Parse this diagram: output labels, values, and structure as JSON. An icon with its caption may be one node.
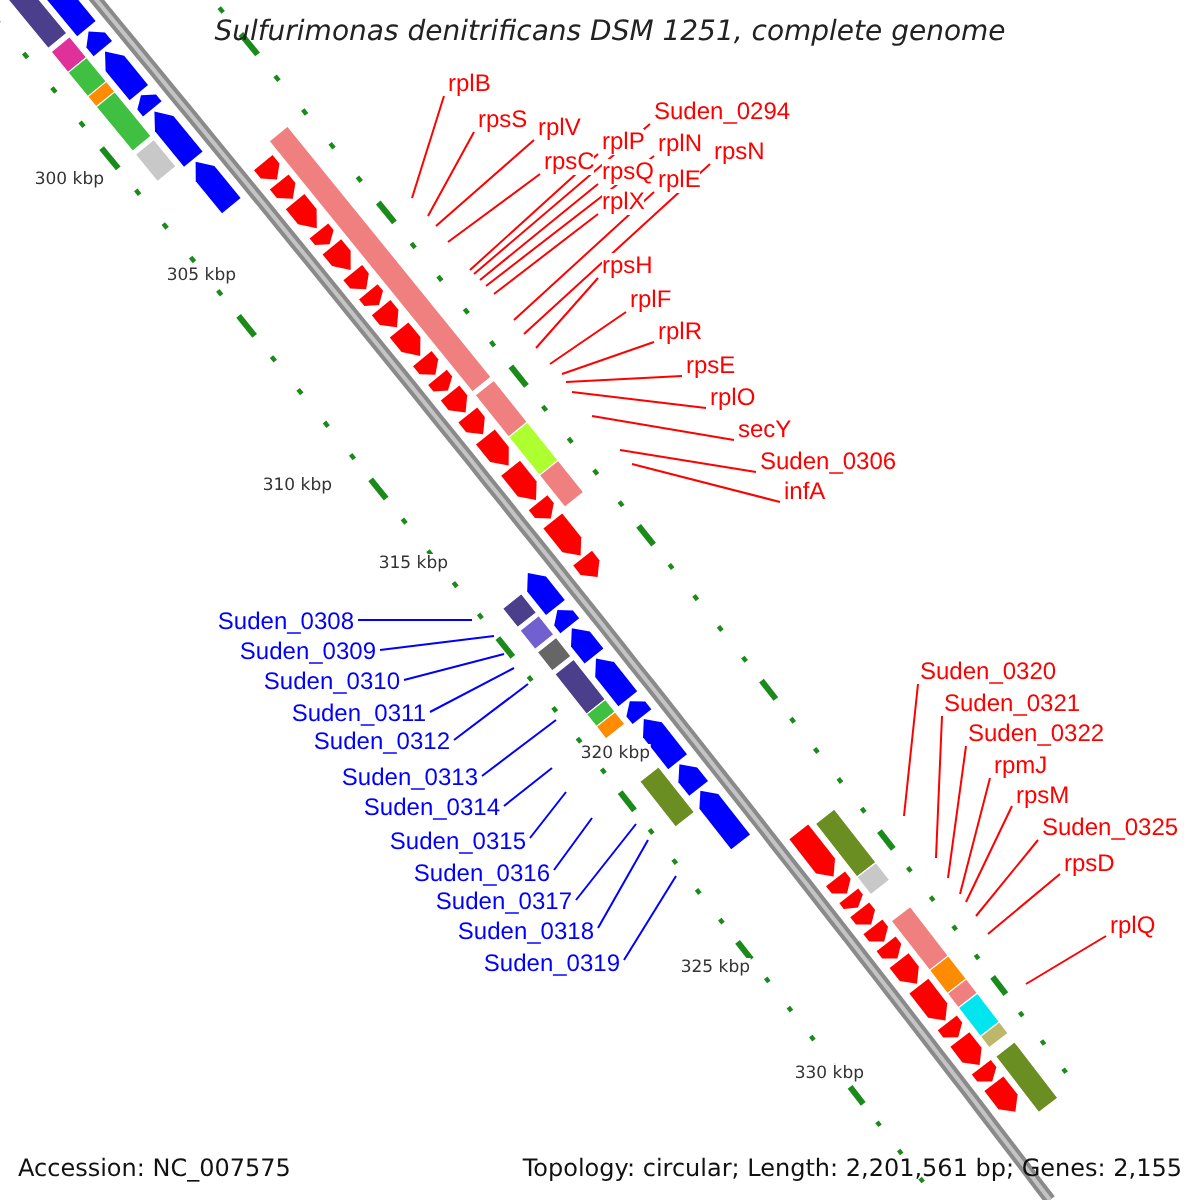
{
  "diagram": {
    "title": "Sulfurimonas denitrificans DSM 1251, complete genome",
    "nodes": [
      {
        "text": [
          "rplB"
        ]
      },
      {
        "text": [
          "rpsS"
        ]
      },
      {
        "text": [
          "rplV"
        ]
      },
      {
        "text": [
          "rpsC"
        ]
      },
      {
        "text": [
          "rplP"
        ]
      },
      {
        "text": [
          "Suden_0294"
        ]
      },
      {
        "text": [
          "rpsQ"
        ]
      },
      {
        "text": [
          "rplN"
        ]
      },
      {
        "text": [
          "rplX"
        ]
      },
      {
        "text": [
          "rplE"
        ]
      },
      {
        "text": [
          "rpsN"
        ]
      },
      {
        "text": [
          "rpsH"
        ]
      },
      {
        "text": [
          "rplF"
        ]
      },
      {
        "text": [
          "rplR"
        ]
      },
      {
        "text": [
          "rpsE"
        ]
      },
      {
        "text": [
          "rplO"
        ]
      },
      {
        "text": [
          "secY"
        ]
      },
      {
        "text": [
          "Suden_0306"
        ]
      },
      {
        "text": [
          "infA"
        ]
      },
      {
        "text": [
          "Suden_0308"
        ]
      },
      {
        "text": [
          "Suden_0309"
        ]
      },
      {
        "text": [
          "Suden_0310"
        ]
      },
      {
        "text": [
          "Suden_0311"
        ]
      },
      {
        "text": [
          "Suden_0312"
        ]
      },
      {
        "text": [
          "Suden_0313"
        ]
      },
      {
        "text": [
          "Suden_0314"
        ]
      },
      {
        "text": [
          "Suden_0315"
        ]
      },
      {
        "text": [
          "Suden_0316"
        ]
      },
      {
        "text": [
          "Suden_0317"
        ]
      },
      {
        "text": [
          "Suden_0318"
        ]
      },
      {
        "text": [
          "Suden_0319"
        ]
      },
      {
        "text": [
          "Suden_0320"
        ]
      },
      {
        "text": [
          "Suden_0321"
        ]
      },
      {
        "text": [
          "Suden_0322"
        ]
      },
      {
        "text": [
          "rpmJ"
        ]
      },
      {
        "text": [
          "rpsM"
        ]
      },
      {
        "text": [
          "Suden_0325"
        ]
      },
      {
        "text": [
          "rpsD"
        ]
      },
      {
        "text": [
          "rplQ"
        ]
      }
    ],
    "edges": [
      {
        "from": 0,
        "to": null,
        "arrow": "none"
      },
      {
        "from": 1,
        "to": null,
        "arrow": "none"
      },
      {
        "from": 2,
        "to": null,
        "arrow": "none"
      },
      {
        "from": 3,
        "to": null,
        "arrow": "none"
      },
      {
        "from": 4,
        "to": null,
        "arrow": "none"
      },
      {
        "from": 5,
        "to": null,
        "arrow": "none"
      },
      {
        "from": 6,
        "to": null,
        "arrow": "none"
      },
      {
        "from": 7,
        "to": null,
        "arrow": "none"
      },
      {
        "from": 8,
        "to": null,
        "arrow": "none"
      },
      {
        "from": 9,
        "to": null,
        "arrow": "none"
      },
      {
        "from": 10,
        "to": null,
        "arrow": "none"
      },
      {
        "from": 11,
        "to": null,
        "arrow": "none"
      },
      {
        "from": 12,
        "to": null,
        "arrow": "none"
      },
      {
        "from": 13,
        "to": null,
        "arrow": "none"
      },
      {
        "from": 14,
        "to": null,
        "arrow": "none"
      },
      {
        "from": 15,
        "to": null,
        "arrow": "none"
      },
      {
        "from": 16,
        "to": null,
        "arrow": "none"
      },
      {
        "from": 17,
        "to": null,
        "arrow": "none"
      },
      {
        "from": 18,
        "to": null,
        "arrow": "none"
      },
      {
        "from": 19,
        "to": null,
        "arrow": "none",
        "color": "#0000ff"
      },
      {
        "from": 20,
        "to": null,
        "arrow": "none",
        "color": "#0000ff"
      },
      {
        "from": 21,
        "to": null,
        "arrow": "none",
        "color": "#0000ff"
      },
      {
        "from": 22,
        "to": null,
        "arrow": "none",
        "color": "#0000ff"
      },
      {
        "from": 23,
        "to": null,
        "arrow": "none",
        "color": "#0000ff"
      },
      {
        "from": 24,
        "to": null,
        "arrow": "none",
        "color": "#0000ff"
      },
      {
        "from": 25,
        "to": null,
        "arrow": "none",
        "color": "#0000ff"
      },
      {
        "from": 26,
        "to": null,
        "arrow": "none",
        "color": "#0000ff"
      },
      {
        "from": 27,
        "to": null,
        "arrow": "none",
        "color": "#0000ff"
      },
      {
        "from": 28,
        "to": null,
        "arrow": "none",
        "color": "#0000ff"
      },
      {
        "from": 29,
        "to": null,
        "arrow": "none",
        "color": "#0000ff"
      },
      {
        "from": 30,
        "to": null,
        "arrow": "none",
        "color": "#0000ff"
      },
      {
        "from": 31,
        "to": null,
        "arrow": "none"
      },
      {
        "from": 32,
        "to": null,
        "arrow": "none"
      },
      {
        "from": 33,
        "to": null,
        "arrow": "none"
      },
      {
        "from": 34,
        "to": null,
        "arrow": "none"
      },
      {
        "from": 35,
        "to": null,
        "arrow": "none"
      },
      {
        "from": 36,
        "to": null,
        "arrow": "none"
      },
      {
        "from": 37,
        "to": null,
        "arrow": "none"
      },
      {
        "from": 38,
        "to": null,
        "arrow": "none"
      }
    ],
    "labels": [
      "300 kbp",
      "305 kbp",
      "310 kbp",
      "315 kbp",
      "320 kbp",
      "325 kbp",
      "330 kbp",
      "Accession: NC_007575",
      "Topology: circular; Length: 2,201,561 bp; Genes: 2,155"
    ]
  }
}
